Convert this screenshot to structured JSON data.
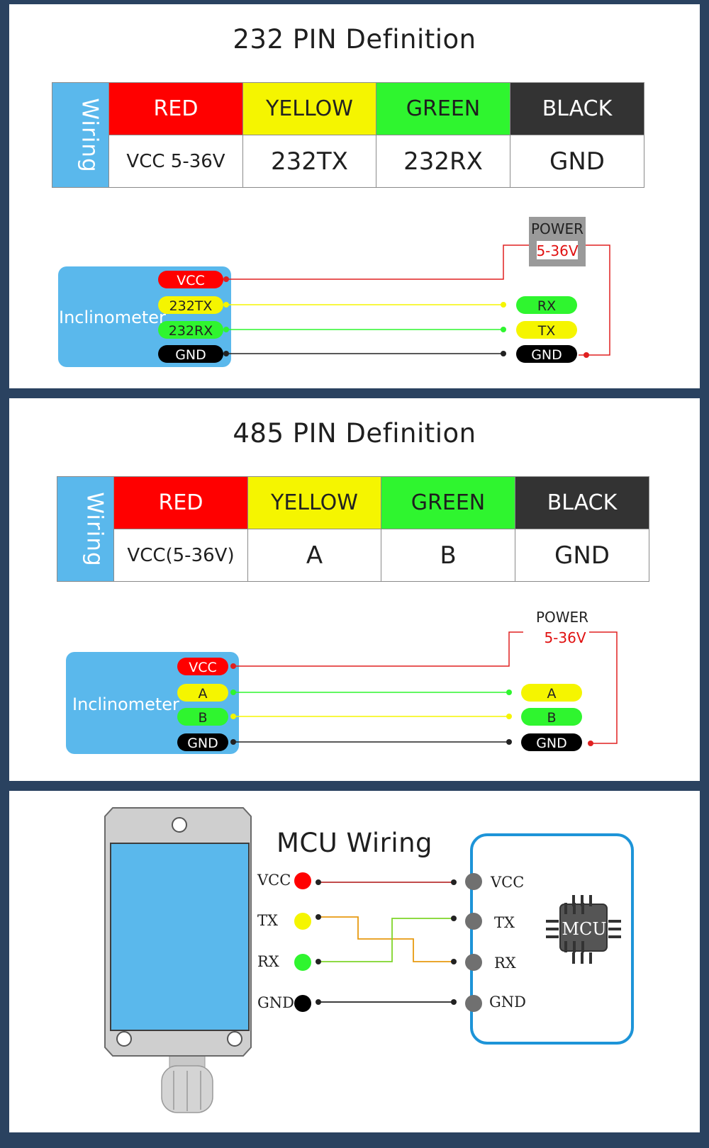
{
  "sections": [
    {
      "title": "232 PIN Definition",
      "wiring_label": "Wiring",
      "colors": [
        "RED",
        "YELLOW",
        "GREEN",
        "BLACK"
      ],
      "values": [
        "VCC 5-36V",
        "232TX",
        "232RX",
        "GND"
      ],
      "device_label": "Inclinometer",
      "device_pins": [
        "VCC",
        "232TX",
        "232RX",
        "GND"
      ],
      "remote_pins": [
        "RX",
        "TX",
        "GND"
      ],
      "power_label": "POWER",
      "power_range": "5-36V"
    },
    {
      "title": "485 PIN Definition",
      "wiring_label": "Wiring",
      "colors": [
        "RED",
        "YELLOW",
        "GREEN",
        "BLACK"
      ],
      "values": [
        "VCC(5-36V)",
        "A",
        "B",
        "GND"
      ],
      "device_label": "Inclinometer",
      "device_pins": [
        "VCC",
        "A",
        "B",
        "GND"
      ],
      "remote_pins": [
        "A",
        "B",
        "GND"
      ],
      "power_label": "POWER",
      "power_range": "5-36V"
    }
  ],
  "mcu": {
    "title": "MCU Wiring",
    "sensor_pins": [
      "VCC",
      "TX",
      "RX",
      "GND"
    ],
    "mcu_pins": [
      "VCC",
      "TX",
      "RX",
      "GND"
    ],
    "chip_label": "MCU"
  },
  "colors": {
    "red": "#ff0000",
    "yellow": "#f5f500",
    "green": "#2ff52f",
    "black": "#333333",
    "device_blue": "#5ab8ec",
    "board_outline": "#1d94d8",
    "background": "#2a4260"
  }
}
